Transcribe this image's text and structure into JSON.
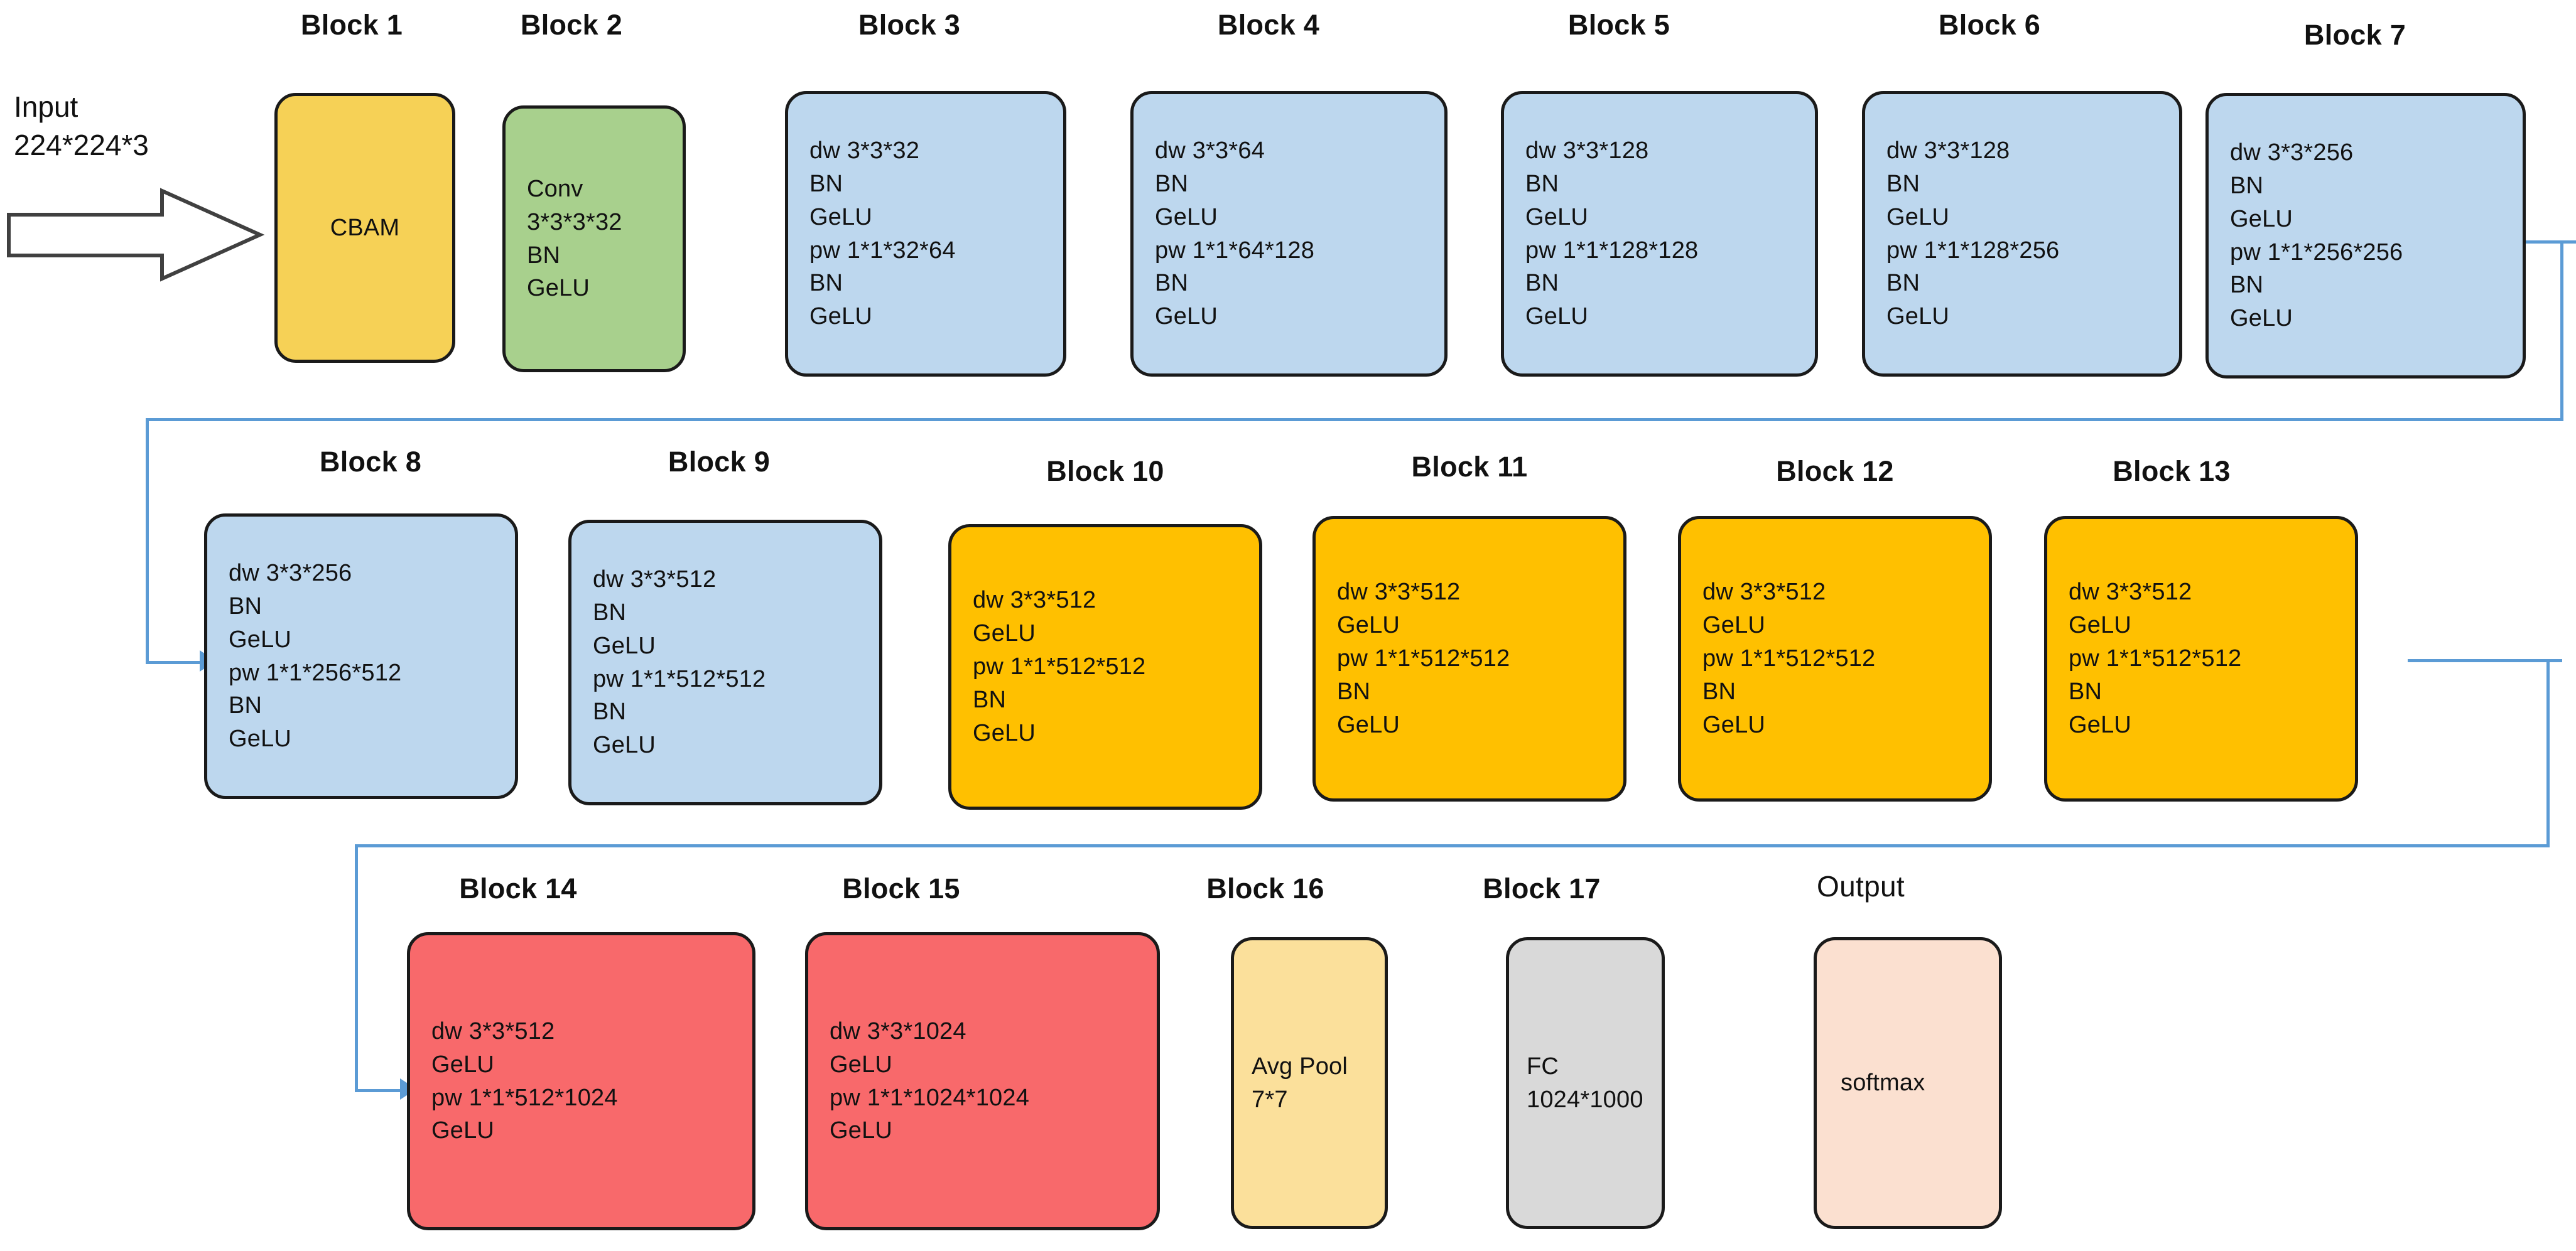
{
  "diagram": {
    "title_absent": true,
    "input": {
      "label_line1": "Input",
      "label_line2": "224*224*3",
      "arrow_name": "input-arrow"
    },
    "colors": {
      "cbam_yellow": "#F6D156",
      "conv_green": "#A8D08D",
      "dwsep_blue": "#BDD7EE",
      "orange": "#FFC000",
      "red": "#F8696B",
      "pale_yellow": "#FBE09B",
      "gray": "#D9D9D9",
      "peach": "#FBE0D0",
      "connector_blue": "#5B9BD5",
      "border_black": "#1A1A1A"
    },
    "rows": [
      {
        "row": 1,
        "blocks": [
          {
            "caption": "Block 1",
            "color_key": "cbam_yellow",
            "centered": true,
            "lines": [
              "CBAM"
            ]
          },
          {
            "caption": "Block 2",
            "color_key": "conv_green",
            "centered": false,
            "lines": [
              "Conv",
              "3*3*3*32",
              "BN",
              "GeLU"
            ]
          },
          {
            "caption": "Block 3",
            "color_key": "dwsep_blue",
            "centered": false,
            "lines": [
              "dw 3*3*32",
              "BN",
              "GeLU",
              "pw 1*1*32*64",
              "BN",
              "GeLU"
            ]
          },
          {
            "caption": "Block 4",
            "color_key": "dwsep_blue",
            "centered": false,
            "lines": [
              "dw 3*3*64",
              "BN",
              "GeLU",
              "pw 1*1*64*128",
              "BN",
              "GeLU"
            ]
          },
          {
            "caption": "Block 5",
            "color_key": "dwsep_blue",
            "centered": false,
            "lines": [
              "dw 3*3*128",
              "BN",
              "GeLU",
              "pw 1*1*128*128",
              "BN",
              "GeLU"
            ]
          },
          {
            "caption": "Block 6",
            "color_key": "dwsep_blue",
            "centered": false,
            "lines": [
              "dw 3*3*128",
              "BN",
              "GeLU",
              "pw 1*1*128*256",
              "BN",
              "GeLU"
            ]
          },
          {
            "caption": "Block 7",
            "color_key": "dwsep_blue",
            "centered": false,
            "lines": [
              "dw 3*3*256",
              "BN",
              "GeLU",
              "pw 1*1*256*256",
              "BN",
              "GeLU"
            ]
          }
        ]
      },
      {
        "row": 2,
        "blocks": [
          {
            "caption": "Block 8",
            "color_key": "dwsep_blue",
            "centered": false,
            "lines": [
              "dw 3*3*256",
              "BN",
              "GeLU",
              "pw 1*1*256*512",
              "BN",
              "GeLU"
            ]
          },
          {
            "caption": "Block 9",
            "color_key": "dwsep_blue",
            "centered": false,
            "lines": [
              "dw 3*3*512",
              "BN",
              "GeLU",
              "pw 1*1*512*512",
              "BN",
              "GeLU"
            ]
          },
          {
            "caption": "Block 10",
            "color_key": "orange",
            "centered": false,
            "lines": [
              "dw 3*3*512",
              "GeLU",
              "pw 1*1*512*512",
              "BN",
              "GeLU"
            ]
          },
          {
            "caption": "Block 11",
            "color_key": "orange",
            "centered": false,
            "lines": [
              "dw 3*3*512",
              "GeLU",
              "pw 1*1*512*512",
              "BN",
              "GeLU"
            ]
          },
          {
            "caption": "Block 12",
            "color_key": "orange",
            "centered": false,
            "lines": [
              "dw 3*3*512",
              "GeLU",
              "pw 1*1*512*512",
              "BN",
              "GeLU"
            ]
          },
          {
            "caption": "Block 13",
            "color_key": "orange",
            "centered": false,
            "lines": [
              "dw 3*3*512",
              "GeLU",
              "pw 1*1*512*512",
              "BN",
              "GeLU"
            ]
          }
        ]
      },
      {
        "row": 3,
        "blocks": [
          {
            "caption": "Block 14",
            "color_key": "red",
            "centered": false,
            "lines": [
              "dw 3*3*512",
              "GeLU",
              "pw 1*1*512*1024",
              "GeLU"
            ]
          },
          {
            "caption": "Block 15",
            "color_key": "red",
            "centered": false,
            "lines": [
              "dw 3*3*1024",
              "GeLU",
              "pw 1*1*1024*1024",
              "GeLU"
            ]
          },
          {
            "caption": "Block 16",
            "color_key": "pale_yellow",
            "centered": false,
            "lines": [
              "Avg Pool",
              "7*7"
            ]
          },
          {
            "caption": "Block 17",
            "color_key": "gray",
            "centered": false,
            "lines": [
              "FC",
              "1024*1000"
            ]
          },
          {
            "caption": "Output",
            "caption_plain": true,
            "color_key": "peach",
            "centered": false,
            "lines": [
              "softmax"
            ]
          }
        ]
      }
    ]
  }
}
